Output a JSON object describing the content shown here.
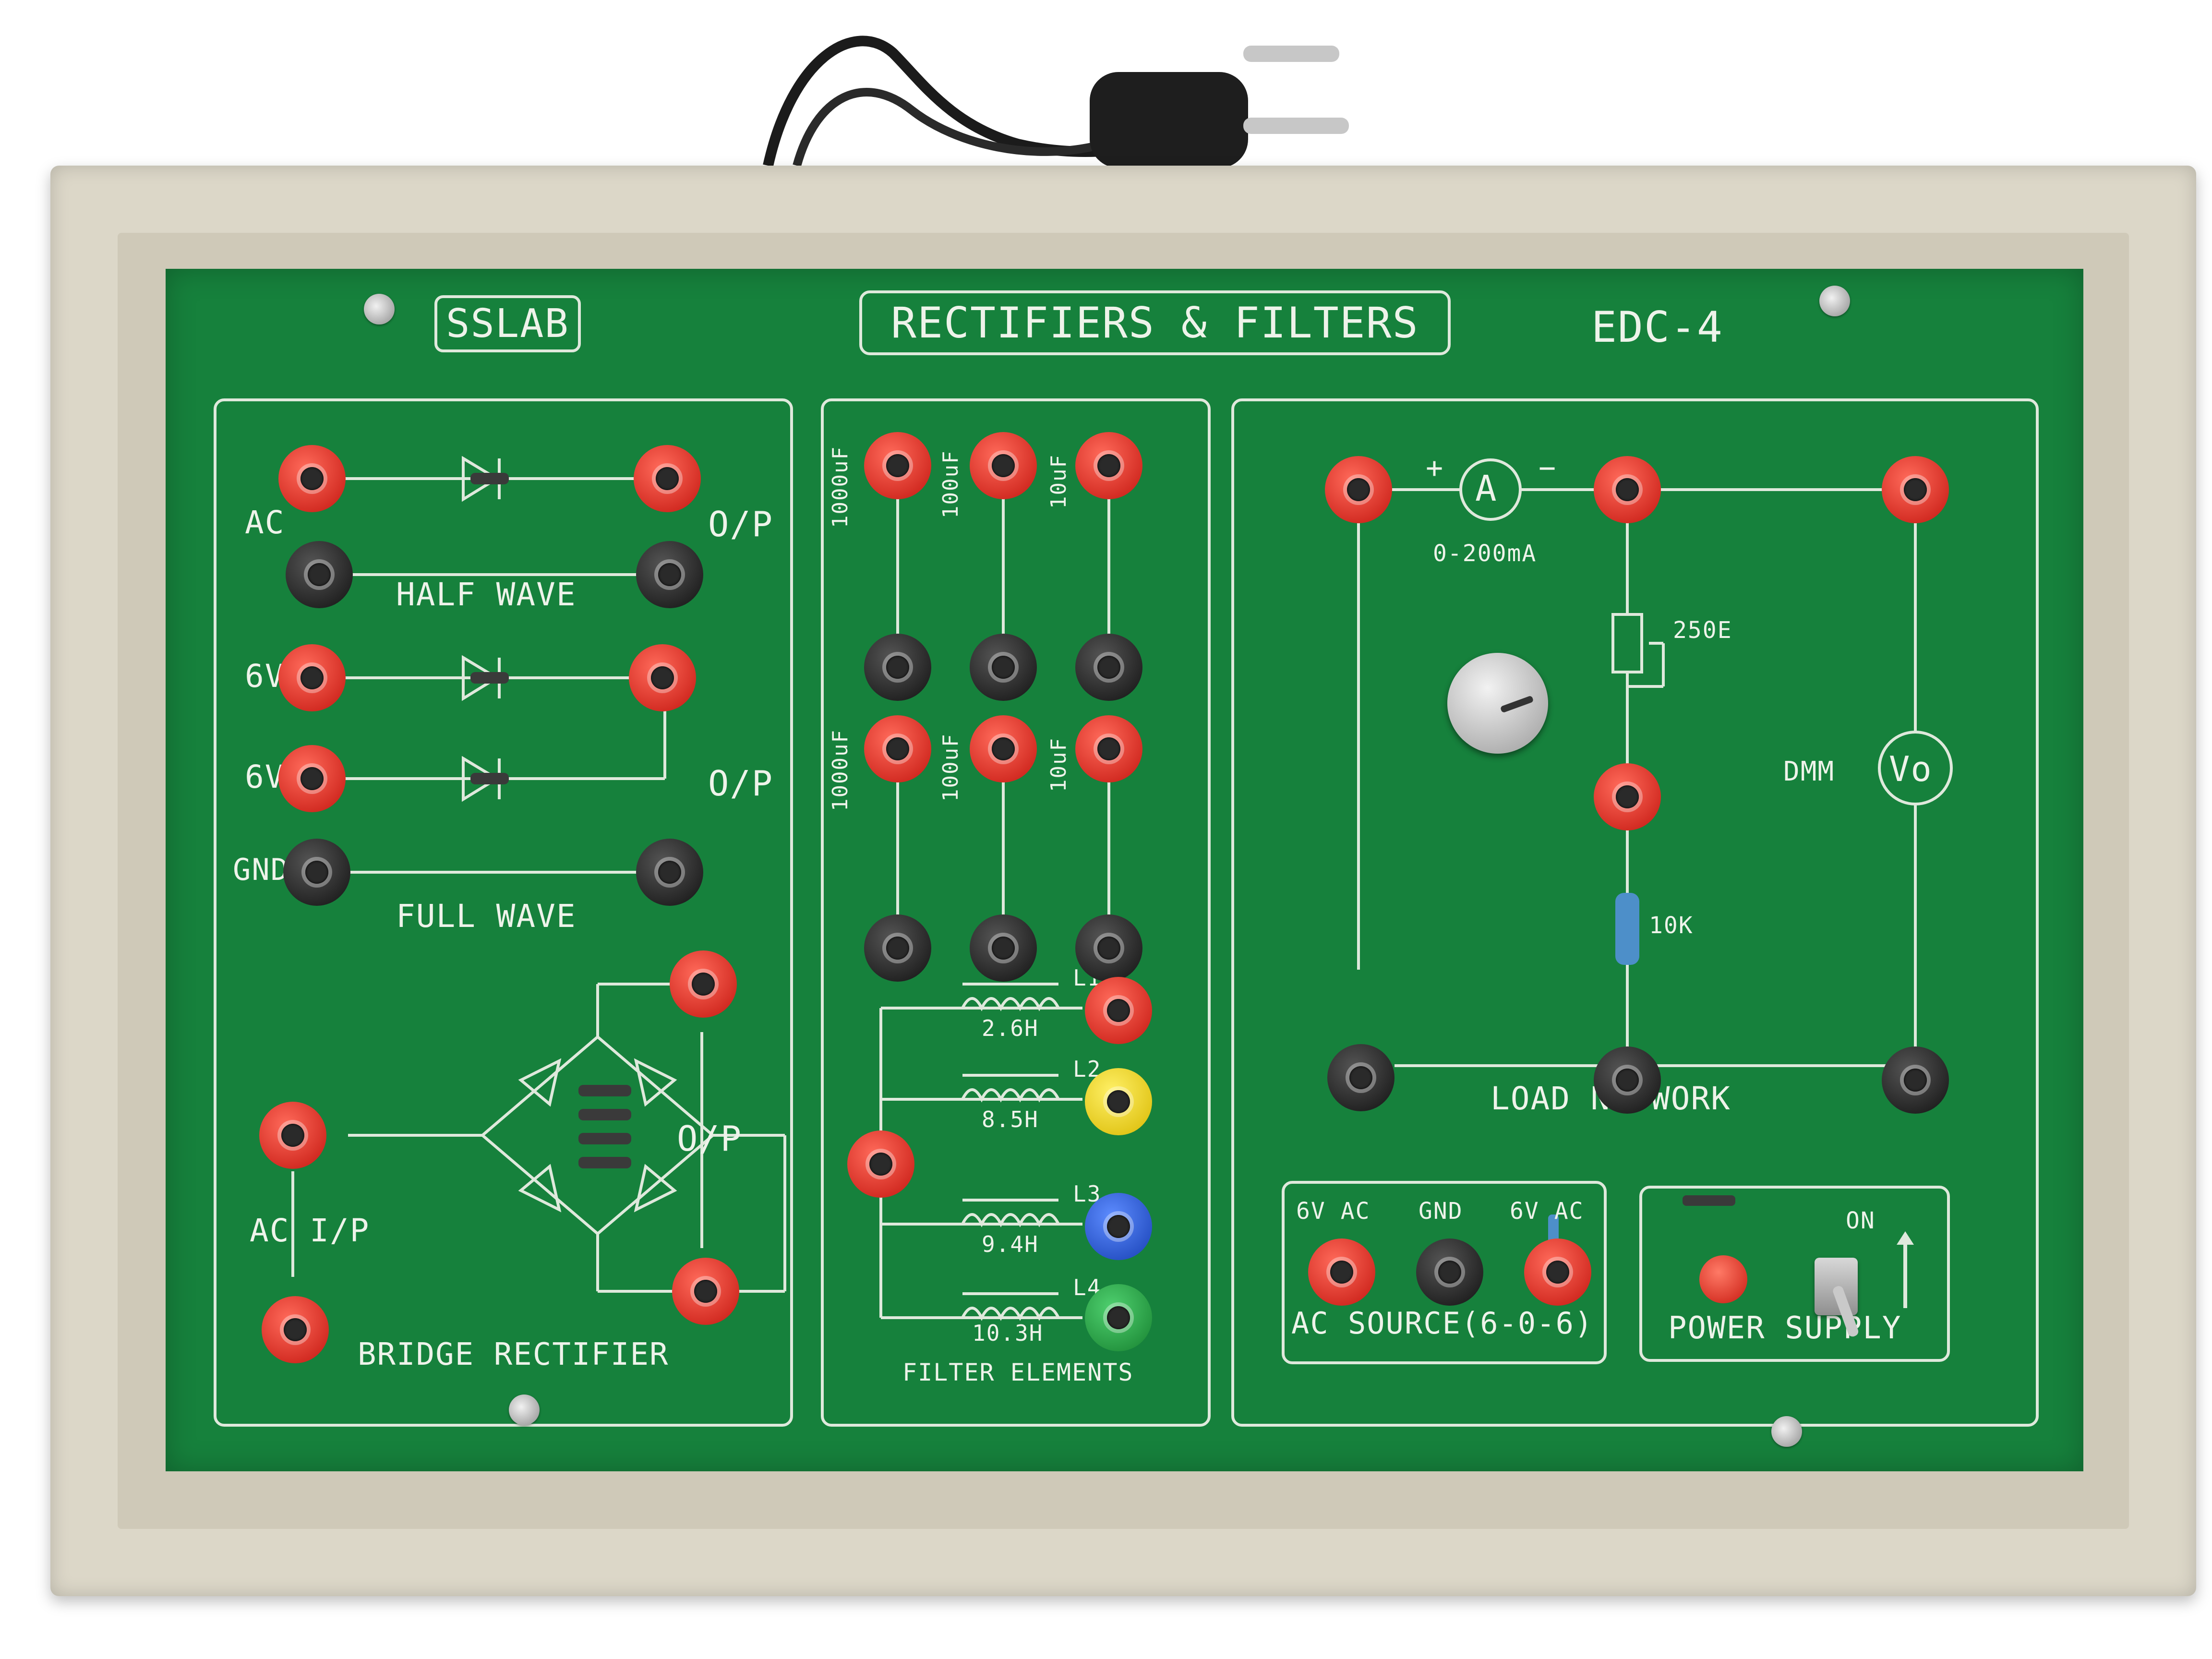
{
  "header": {
    "brand": "SSLAB",
    "title": "RECTIFIERS & FILTERS",
    "model": "EDC-4"
  },
  "half_wave": {
    "ac_label": "AC",
    "op_label": "O/P",
    "name": "HALF WAVE"
  },
  "full_wave": {
    "v1_label": "6V",
    "v2_label": "6V",
    "gnd_label": "GND",
    "op_label": "O/P",
    "name": "FULL WAVE"
  },
  "bridge": {
    "input_label": "AC I/P",
    "op_label": "O/P",
    "name": "BRIDGE RECTIFIER"
  },
  "filters": {
    "capacitors_top": [
      "1000uF",
      "100uF",
      "10uF"
    ],
    "capacitors_bottom": [
      "1000uF",
      "100uF",
      "10uF"
    ],
    "inductors": [
      {
        "name": "L1",
        "value": "2.6H"
      },
      {
        "name": "L2",
        "value": "8.5H"
      },
      {
        "name": "L3",
        "value": "9.4H"
      },
      {
        "name": "L4",
        "value": "10.3H"
      }
    ],
    "name": "FILTER ELEMENTS"
  },
  "load": {
    "ammeter_symbol": "A",
    "ammeter_plus": "+",
    "ammeter_minus": "−",
    "ammeter_range": "0-200mA",
    "pot_value": "250E",
    "resistor_value": "10K",
    "dmm_label": "DMM",
    "vo_symbol": "Vo",
    "name": "LOAD NETWORK"
  },
  "ac_source": {
    "labels": [
      "6V AC",
      "GND",
      "6V AC"
    ],
    "name": "AC SOURCE(6-0-6)"
  },
  "power": {
    "on_label": "ON",
    "name": "POWER SUPPLY"
  },
  "colors": {
    "board": "#16813c",
    "frame": "#dcd7c8",
    "jack_red": "#e0231c",
    "jack_black": "#151515",
    "jack_yellow": "#f2d400",
    "jack_blue": "#1f4fd6",
    "jack_green": "#1f9e3c",
    "silkscreen": "#eef3ea"
  }
}
